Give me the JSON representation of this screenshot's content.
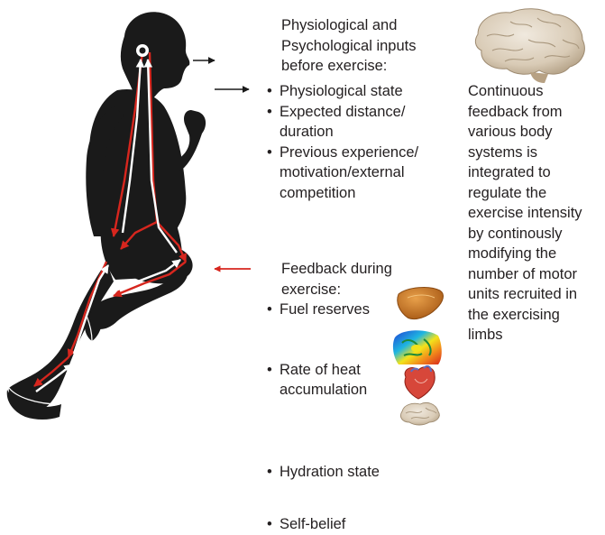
{
  "inputs": {
    "title": "Physiological and\nPsychological inputs\nbefore exercise:",
    "items": [
      "Physiological state",
      "Expected distance/\nduration",
      "Previous experience/\nmotivation/external\ncompetition"
    ]
  },
  "feedback": {
    "title": "Feedback during\nexercise:",
    "items": [
      "Fuel reserves",
      "Rate of heat\naccumulation",
      "Hydration state",
      "Self-belief"
    ]
  },
  "integration_text": "Continuous\nfeedback from\nvarious body\nsystems is\nintegrated to\nregulate the\nexercise intensity\nby continously\nmodifying the\nnumber of motor\nunits recruited in\nthe exercising\nlimbs",
  "bullet": "•",
  "icons": [
    "brain-icon",
    "liver-icon",
    "thermal-map-icon",
    "heart-icon",
    "small-brain-icon",
    "runner-silhouette-icon"
  ],
  "colors": {
    "efferent": "#d7261e",
    "afferent": "#ffffff",
    "silhouette": "#1a1a1a",
    "arrow_black": "#1a1a1a"
  }
}
